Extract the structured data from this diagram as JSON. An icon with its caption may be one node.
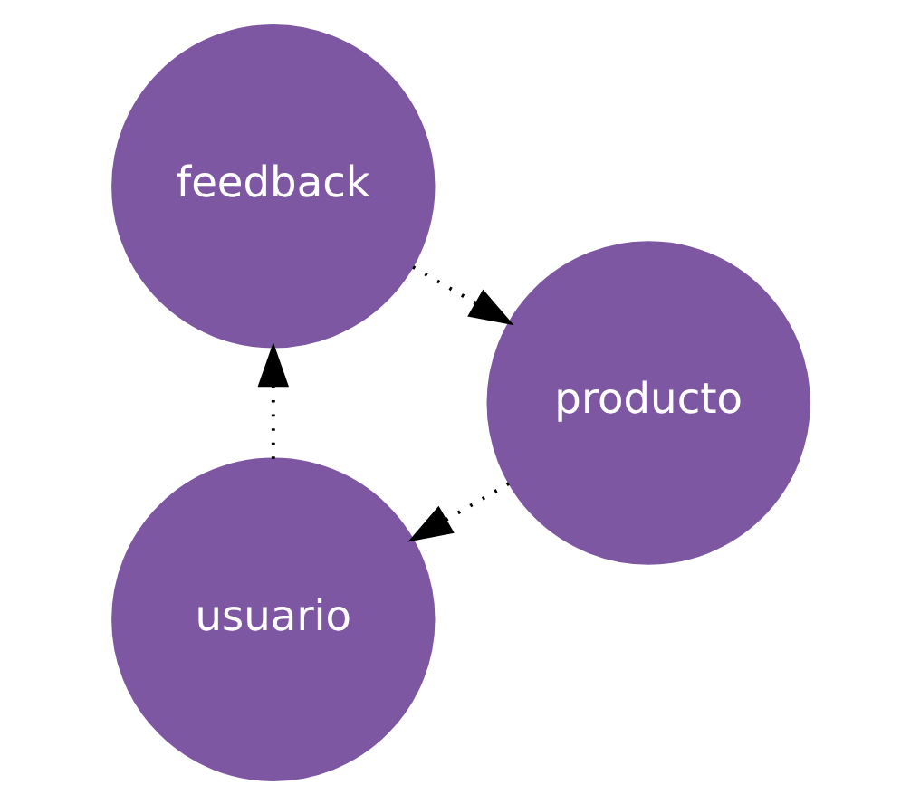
{
  "diagram": {
    "nodes": [
      {
        "text": [
          "usuario"
        ]
      },
      {
        "text": [
          "producto"
        ]
      },
      {
        "text": [
          "feedback"
        ]
      }
    ],
    "edges": [
      {
        "from": 0,
        "to": 2,
        "arrow": "to",
        "style": "dashed"
      },
      {
        "from": 2,
        "to": 1,
        "arrow": "to",
        "style": "dashed"
      },
      {
        "from": 1,
        "to": 0,
        "arrow": "to",
        "style": "dashed"
      }
    ]
  }
}
